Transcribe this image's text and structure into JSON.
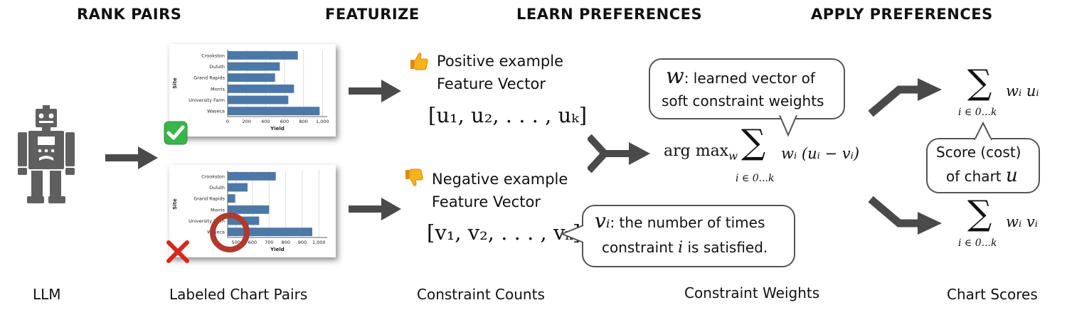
{
  "stage_headers": {
    "rank_pairs": "RANK PAIRS",
    "featurize": "FEATURIZE",
    "learn_preferences": "LEARN PREFERENCES",
    "apply_preferences": "APPLY PREFERENCES"
  },
  "stage_footers": {
    "llm": "LLM",
    "labeled_pairs": "Labeled Chart Pairs",
    "constraint_counts": "Constraint Counts",
    "constraint_weights": "Constraint Weights",
    "chart_scores": "Chart Scores"
  },
  "featurize": {
    "positive_line1": "Positive example",
    "positive_line2": "Feature Vector",
    "positive_vector": "[u₁, u₂, . . . , uₖ]",
    "negative_line1": "Negative example",
    "negative_line2": "Feature Vector",
    "negative_vector": "[v₁, v₂, . . . , vₖ]"
  },
  "learn": {
    "w_symbol": "w",
    "w_desc_line1": ": learned vector of",
    "w_desc_line2": "soft constraint weights",
    "argmax": "arg max",
    "argmax_sub": "w",
    "sum_sign": "∑",
    "sum_index": "i ∈ 0...k",
    "sum_body": "wᵢ (uᵢ − vᵢ)",
    "v_symbol": "vᵢ",
    "v_desc_line1": ": the number of times",
    "v_desc_line2_a": "constraint ",
    "v_desc_line2_i": "i",
    "v_desc_line2_b": " is satisfied."
  },
  "apply": {
    "sum_sign": "∑",
    "sum_index": "i ∈ 0...k",
    "top_body": "wᵢ uᵢ",
    "bottom_body": "wᵢ vᵢ",
    "score_line1": "Score (cost)",
    "score_line2": "of chart ",
    "score_u": "u"
  },
  "icons": {
    "robot": "robot-icon",
    "check": "check-mark-icon",
    "cross": "cross-mark-icon",
    "thumbs_up": "thumbs-up-icon",
    "thumbs_down": "thumbs-down-icon"
  },
  "colors": {
    "bar": "#4c78a8",
    "arrow": "#4a4a4a",
    "robot": "#5f5f5f",
    "check_bg": "#39b54a",
    "cross": "#d9261c",
    "circle": "#b03a2e",
    "thumb": "#f5b31c"
  },
  "chart_data": [
    {
      "type": "bar",
      "orientation": "horizontal",
      "categories": [
        "Crookston",
        "Duluth",
        "Grand Rapids",
        "Morris",
        "University Farm",
        "Waseca"
      ],
      "values": [
        740,
        550,
        500,
        700,
        640,
        970
      ],
      "xlabel": "Yield",
      "ylabel": "Site",
      "xlim": [
        0,
        1050
      ],
      "xticks": [
        "0",
        "200",
        "400",
        "600",
        "800",
        "1,000"
      ],
      "grid": true
    },
    {
      "type": "bar",
      "orientation": "horizontal",
      "categories": [
        "Crookston",
        "Duluth",
        "Grand Rapids",
        "Morris",
        "University Farm",
        "Waseca"
      ],
      "values": [
        740,
        570,
        495,
        700,
        640,
        960
      ],
      "xlabel": "Yield",
      "ylabel": "Site",
      "xlim": [
        450,
        1050
      ],
      "xticks": [
        "500",
        "600",
        "700",
        "800",
        "900",
        "1,000"
      ],
      "grid": true
    }
  ]
}
